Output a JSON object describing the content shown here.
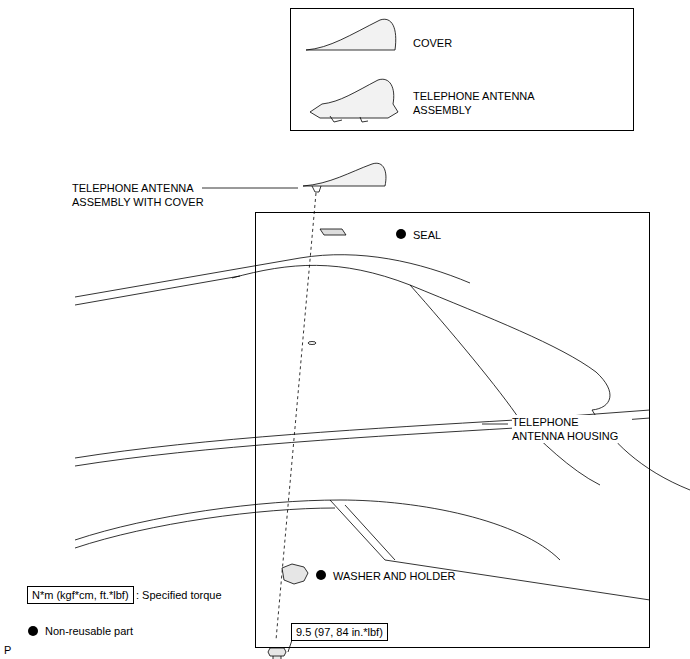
{
  "diagram": {
    "nodes": [
      {
        "text": [
          "COVER",
          "TELEPHONE ANTENNA ASSEMBLY"
        ]
      },
      {
        "text": [
          "SEAL",
          "WASHER AND HOLDER"
        ]
      },
      {
        "text": [
          "9.5 (97, 84 in.*lbf)"
        ],
        "in": 1
      },
      {
        "text": [
          "N*m (kgf*cm, ft.*lbf)"
        ]
      }
    ],
    "labels": [
      "TELEPHONE ANTENNA ASSEMBLY WITH COVER",
      "TELEPHONE ANTENNA HOUSING",
      ": Specified torque",
      "Non-reusable part",
      "P"
    ]
  }
}
